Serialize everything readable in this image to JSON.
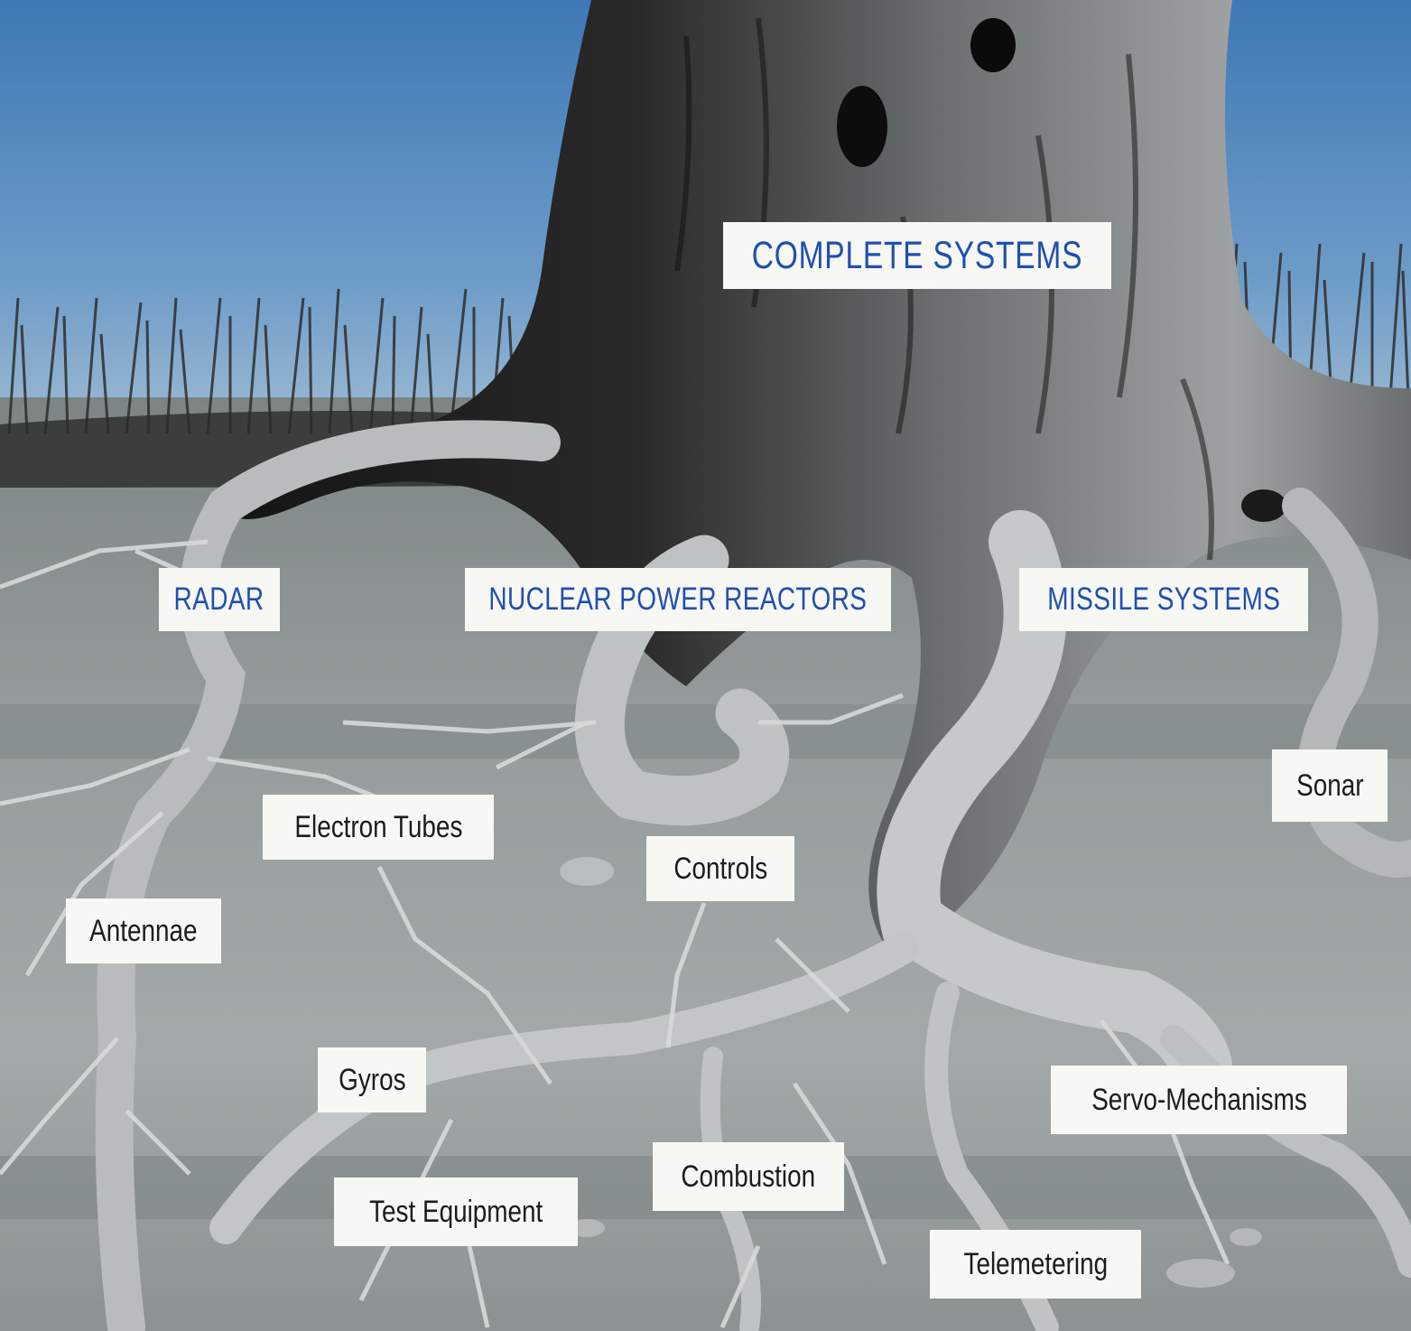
{
  "title_label": "COMPLETE SYSTEMS",
  "primary_labels": {
    "radar": "RADAR",
    "nuclear": "NUCLEAR POWER REACTORS",
    "missile": "MISSILE SYSTEMS"
  },
  "component_labels": {
    "sonar": "Sonar",
    "electron_tubes": "Electron Tubes",
    "controls": "Controls",
    "antennae": "Antennae",
    "gyros": "Gyros",
    "servo": "Servo-Mechanisms",
    "combustion": "Combustion",
    "test_equipment": "Test Equipment",
    "telemetering": "Telemetering"
  },
  "colors": {
    "sky": "#4f86bf",
    "label_blue": "#1f4fb0",
    "soil": "#8e9696",
    "bark_dark": "#1e1e1e",
    "root_light": "#c9cccc"
  }
}
